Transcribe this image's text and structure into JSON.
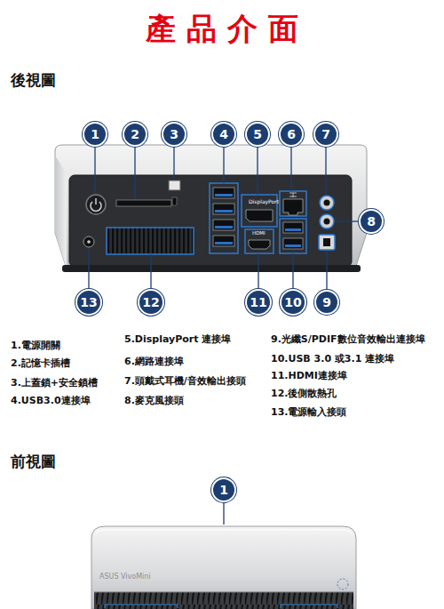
{
  "diagram": {
    "title": "產 品 介 面",
    "nodes": [
      {
        "text": [
          "1"
        ]
      },
      {
        "text": [
          "2"
        ]
      },
      {
        "text": [
          "3"
        ]
      },
      {
        "text": [
          "4"
        ]
      },
      {
        "text": [
          "5"
        ]
      },
      {
        "text": [
          "6"
        ]
      },
      {
        "text": [
          "7"
        ]
      },
      {
        "text": [
          "8"
        ]
      },
      {
        "text": [
          "13"
        ]
      },
      {
        "text": [
          "12"
        ]
      },
      {
        "text": [
          "11"
        ]
      },
      {
        "text": [
          "10"
        ]
      },
      {
        "text": [
          "9"
        ]
      },
      {
        "text": [
          "1"
        ]
      }
    ],
    "labels": [
      "後視圖",
      "DisplayPort",
      "HDMI",
      "1.電源開關",
      "2.記憶卡插槽",
      "3.上蓋鎖+安全鎖槽",
      "4.USB3.0連接埠",
      "5.DisplayPort 連接埠",
      "6.網路連接埠",
      "7.頭戴式耳機/音效輸出接頭",
      "8.麥克風接頭",
      "9.光纖S/PDIF數位音效輸出連接埠",
      "10.USB 3.0 或3.1 連接埠",
      "11.HDMI連接埠",
      "12.後側散熱孔",
      "13.電源輸入接頭",
      "前視圖",
      "ASUS VivoMini"
    ]
  }
}
